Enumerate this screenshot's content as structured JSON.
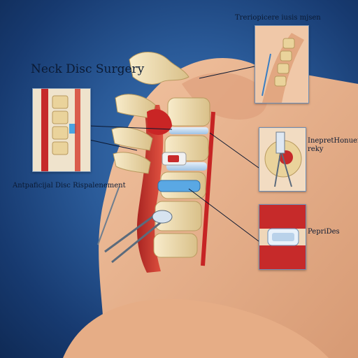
{
  "title": "Neck Disc Surgery",
  "labels": {
    "left": "Antpaficijal Disc Rispalenement",
    "top_right": "Treriopicere iusis mjsen",
    "mid_right": "InepretHonuere reky",
    "bottom_right": "PepriDes"
  },
  "colors": {
    "background": "#2a5a98",
    "skin": "#e9b48f",
    "bone": "#efdcae",
    "disc": "#bcd7ef",
    "tissue_red": "#cc2a2a",
    "implant_blue": "#4aa3e0"
  }
}
